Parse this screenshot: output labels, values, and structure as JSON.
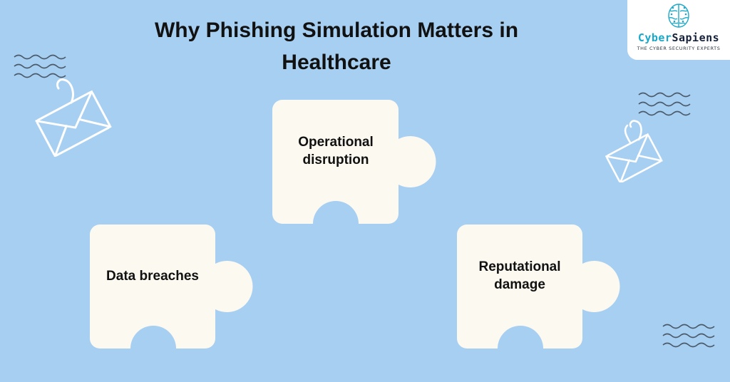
{
  "title": "Why Phishing Simulation Matters in Healthcare",
  "logo": {
    "brand": "CyberSapiens",
    "tagline": "THE CYBER SECURITY EXPERTS",
    "icon": "brain-icon"
  },
  "diagram": {
    "type": "puzzle-pieces",
    "items": [
      {
        "id": "operational",
        "label": "Operational disruption"
      },
      {
        "id": "data",
        "label": "Data breaches"
      },
      {
        "id": "reputational",
        "label": "Reputational damage"
      }
    ]
  },
  "decorations": {
    "icons": [
      "phishing-email-icon",
      "wave-lines-icon"
    ]
  },
  "colors": {
    "background": "#a7cff2",
    "piece": "#fcf9f0",
    "text": "#111111",
    "accent": "#1aa8c9",
    "line_art": "#ffffff",
    "wave": "#4a5a6a"
  }
}
